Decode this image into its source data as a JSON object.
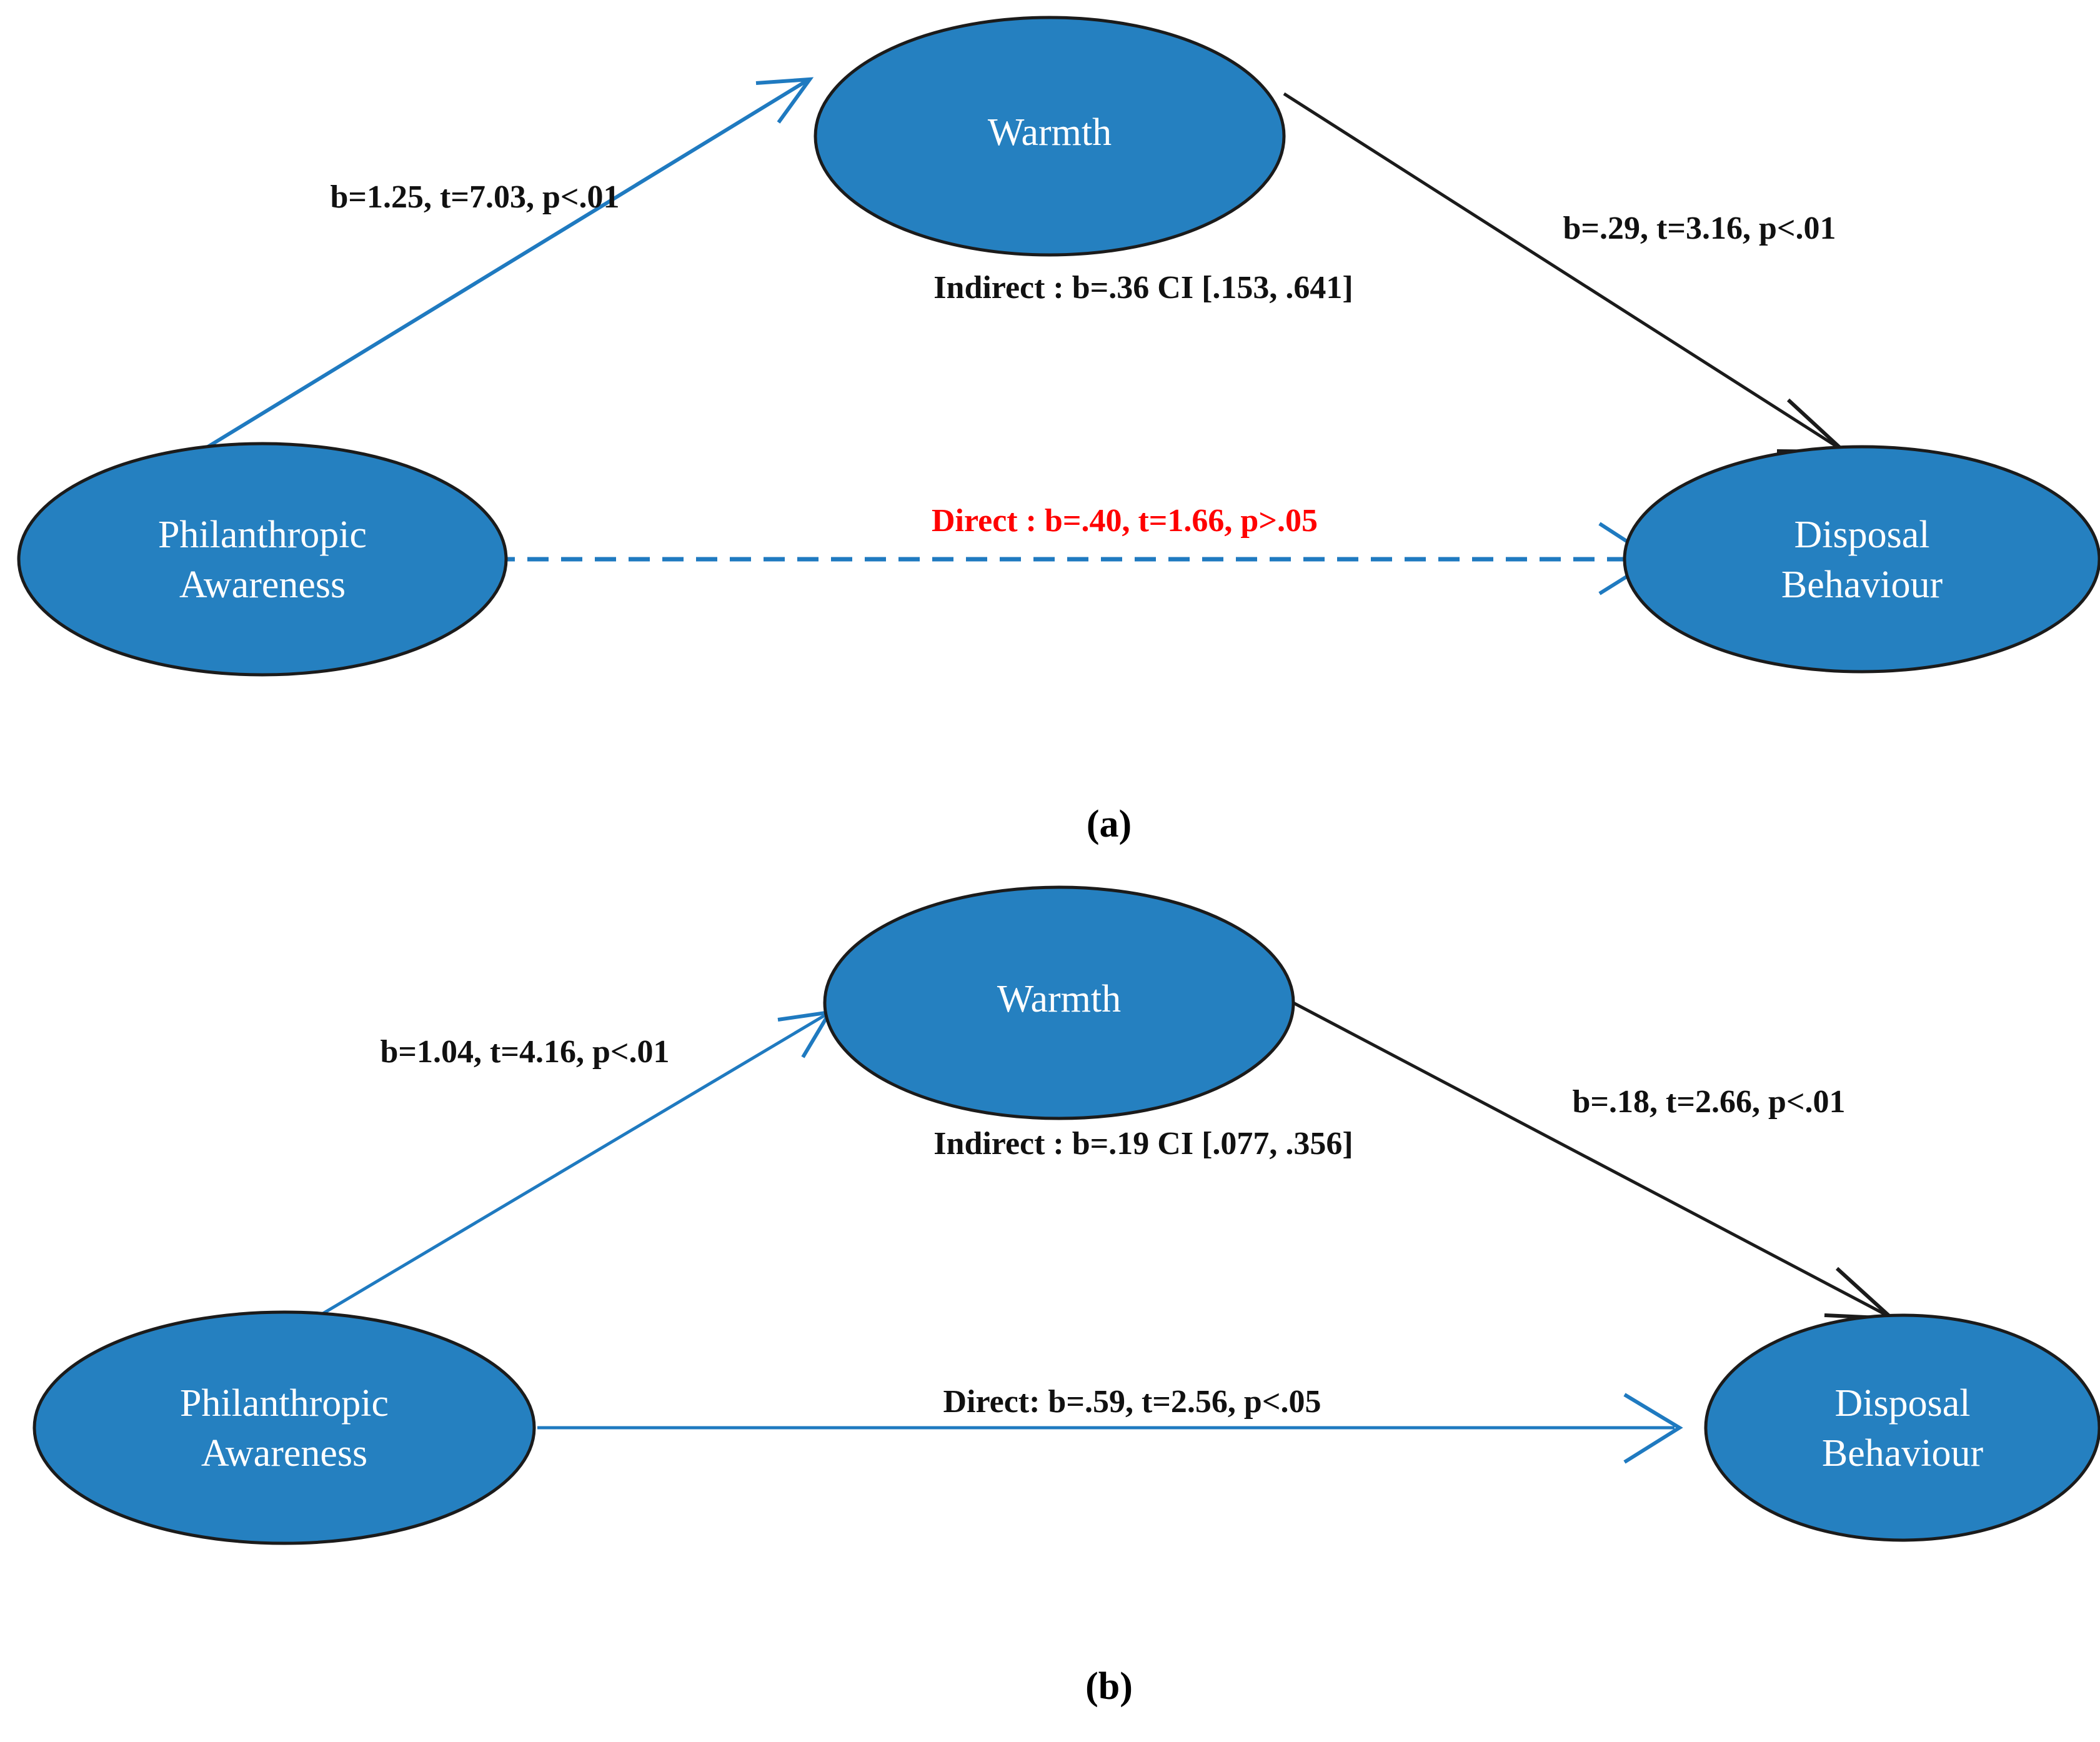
{
  "figure": {
    "background_color": "#ffffff",
    "node_fill_color": "#2580C0",
    "node_stroke_color": "#1b1b1b",
    "node_text_color": "#ffffff",
    "blue_edge_color": "#1F7AC0",
    "black_edge_color": "#1b1b1b",
    "highlight_color": "#FF0000"
  },
  "panel_a": {
    "caption": "(a)",
    "nodes": {
      "predictor_line1": "Philanthropic",
      "predictor_line2": "Awareness",
      "mediator": "Warmth",
      "outcome_line1": "Disposal",
      "outcome_line2": "Behaviour"
    },
    "paths": {
      "a_path": "b=1.25, t=7.03, p<.01",
      "b_path": "b=.29, t=3.16, p<.01",
      "indirect": "Indirect : b=.36 CI [.153,   .641]",
      "direct": "Direct : b=.40, t=1.66, p>.05"
    },
    "edge_styles": {
      "a_path": "solid-blue-arrow",
      "b_path": "solid-black-arrow",
      "direct": "dashed-blue-arrow"
    }
  },
  "panel_b": {
    "caption": "(b)",
    "nodes": {
      "predictor_line1": "Philanthropic",
      "predictor_line2": "Awareness",
      "mediator": "Warmth",
      "outcome_line1": "Disposal",
      "outcome_line2": "Behaviour"
    },
    "paths": {
      "a_path": "b=1.04, t=4.16, p<.01",
      "b_path": "b=.18, t=2.66, p<.01",
      "indirect": "Indirect : b=.19 CI [.077,   .356]",
      "direct": "Direct: b=.59, t=2.56, p<.05"
    },
    "edge_styles": {
      "a_path": "solid-blue-arrow",
      "b_path": "solid-black-arrow",
      "direct": "solid-blue-arrow"
    }
  }
}
